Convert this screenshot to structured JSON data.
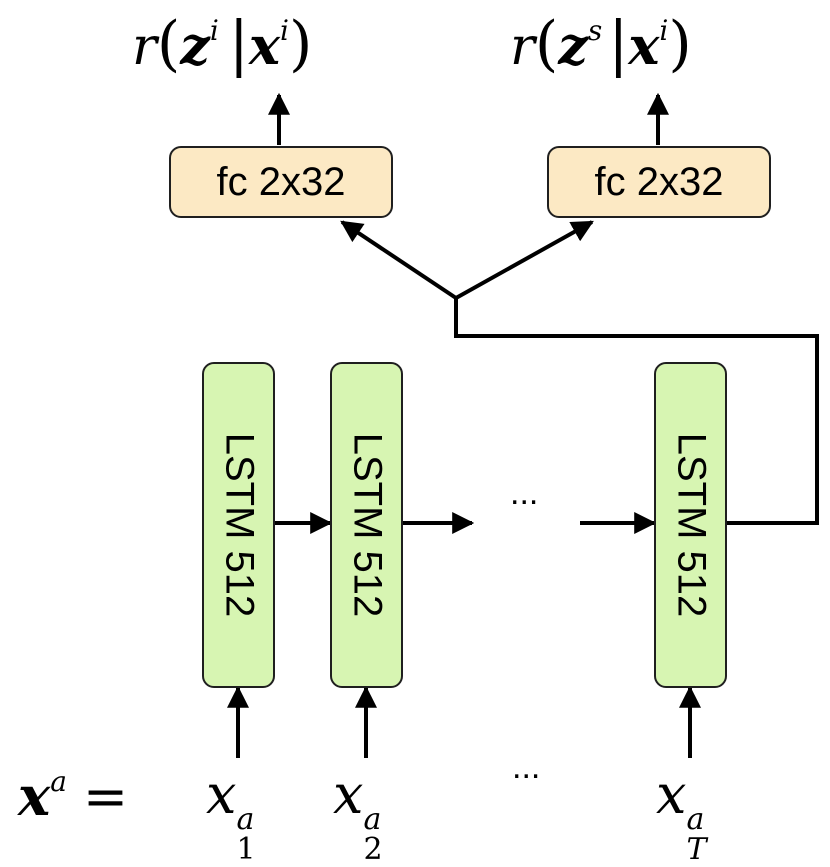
{
  "outputs": {
    "left": {
      "r": "r",
      "open": "(",
      "z": "z",
      "z_sup": "i",
      "bar": "|",
      "x": "x",
      "x_sup": "i",
      "close": ")"
    },
    "right": {
      "r": "r",
      "open": "(",
      "z": "z",
      "z_sup": "s",
      "bar": "|",
      "x": "x",
      "x_sup": "i",
      "close": ")"
    }
  },
  "fc_layers": [
    "fc 2x32",
    "fc 2x32"
  ],
  "lstm_cells": [
    "LSTM 512",
    "LSTM 512",
    "LSTM 512"
  ],
  "ellipsis": "...",
  "inputs": {
    "lhs": {
      "x": "x",
      "sup": "a",
      "eq": "="
    },
    "terms": [
      {
        "x": "x",
        "sub": "1",
        "sup": "a"
      },
      {
        "x": "x",
        "sub": "2",
        "sup": "a"
      },
      {
        "x": "x",
        "sub": "T",
        "sup": "a"
      }
    ]
  },
  "colors": {
    "fc_fill": "#fce9c4",
    "lstm_fill": "#d7f5b2",
    "stroke": "#000000"
  }
}
